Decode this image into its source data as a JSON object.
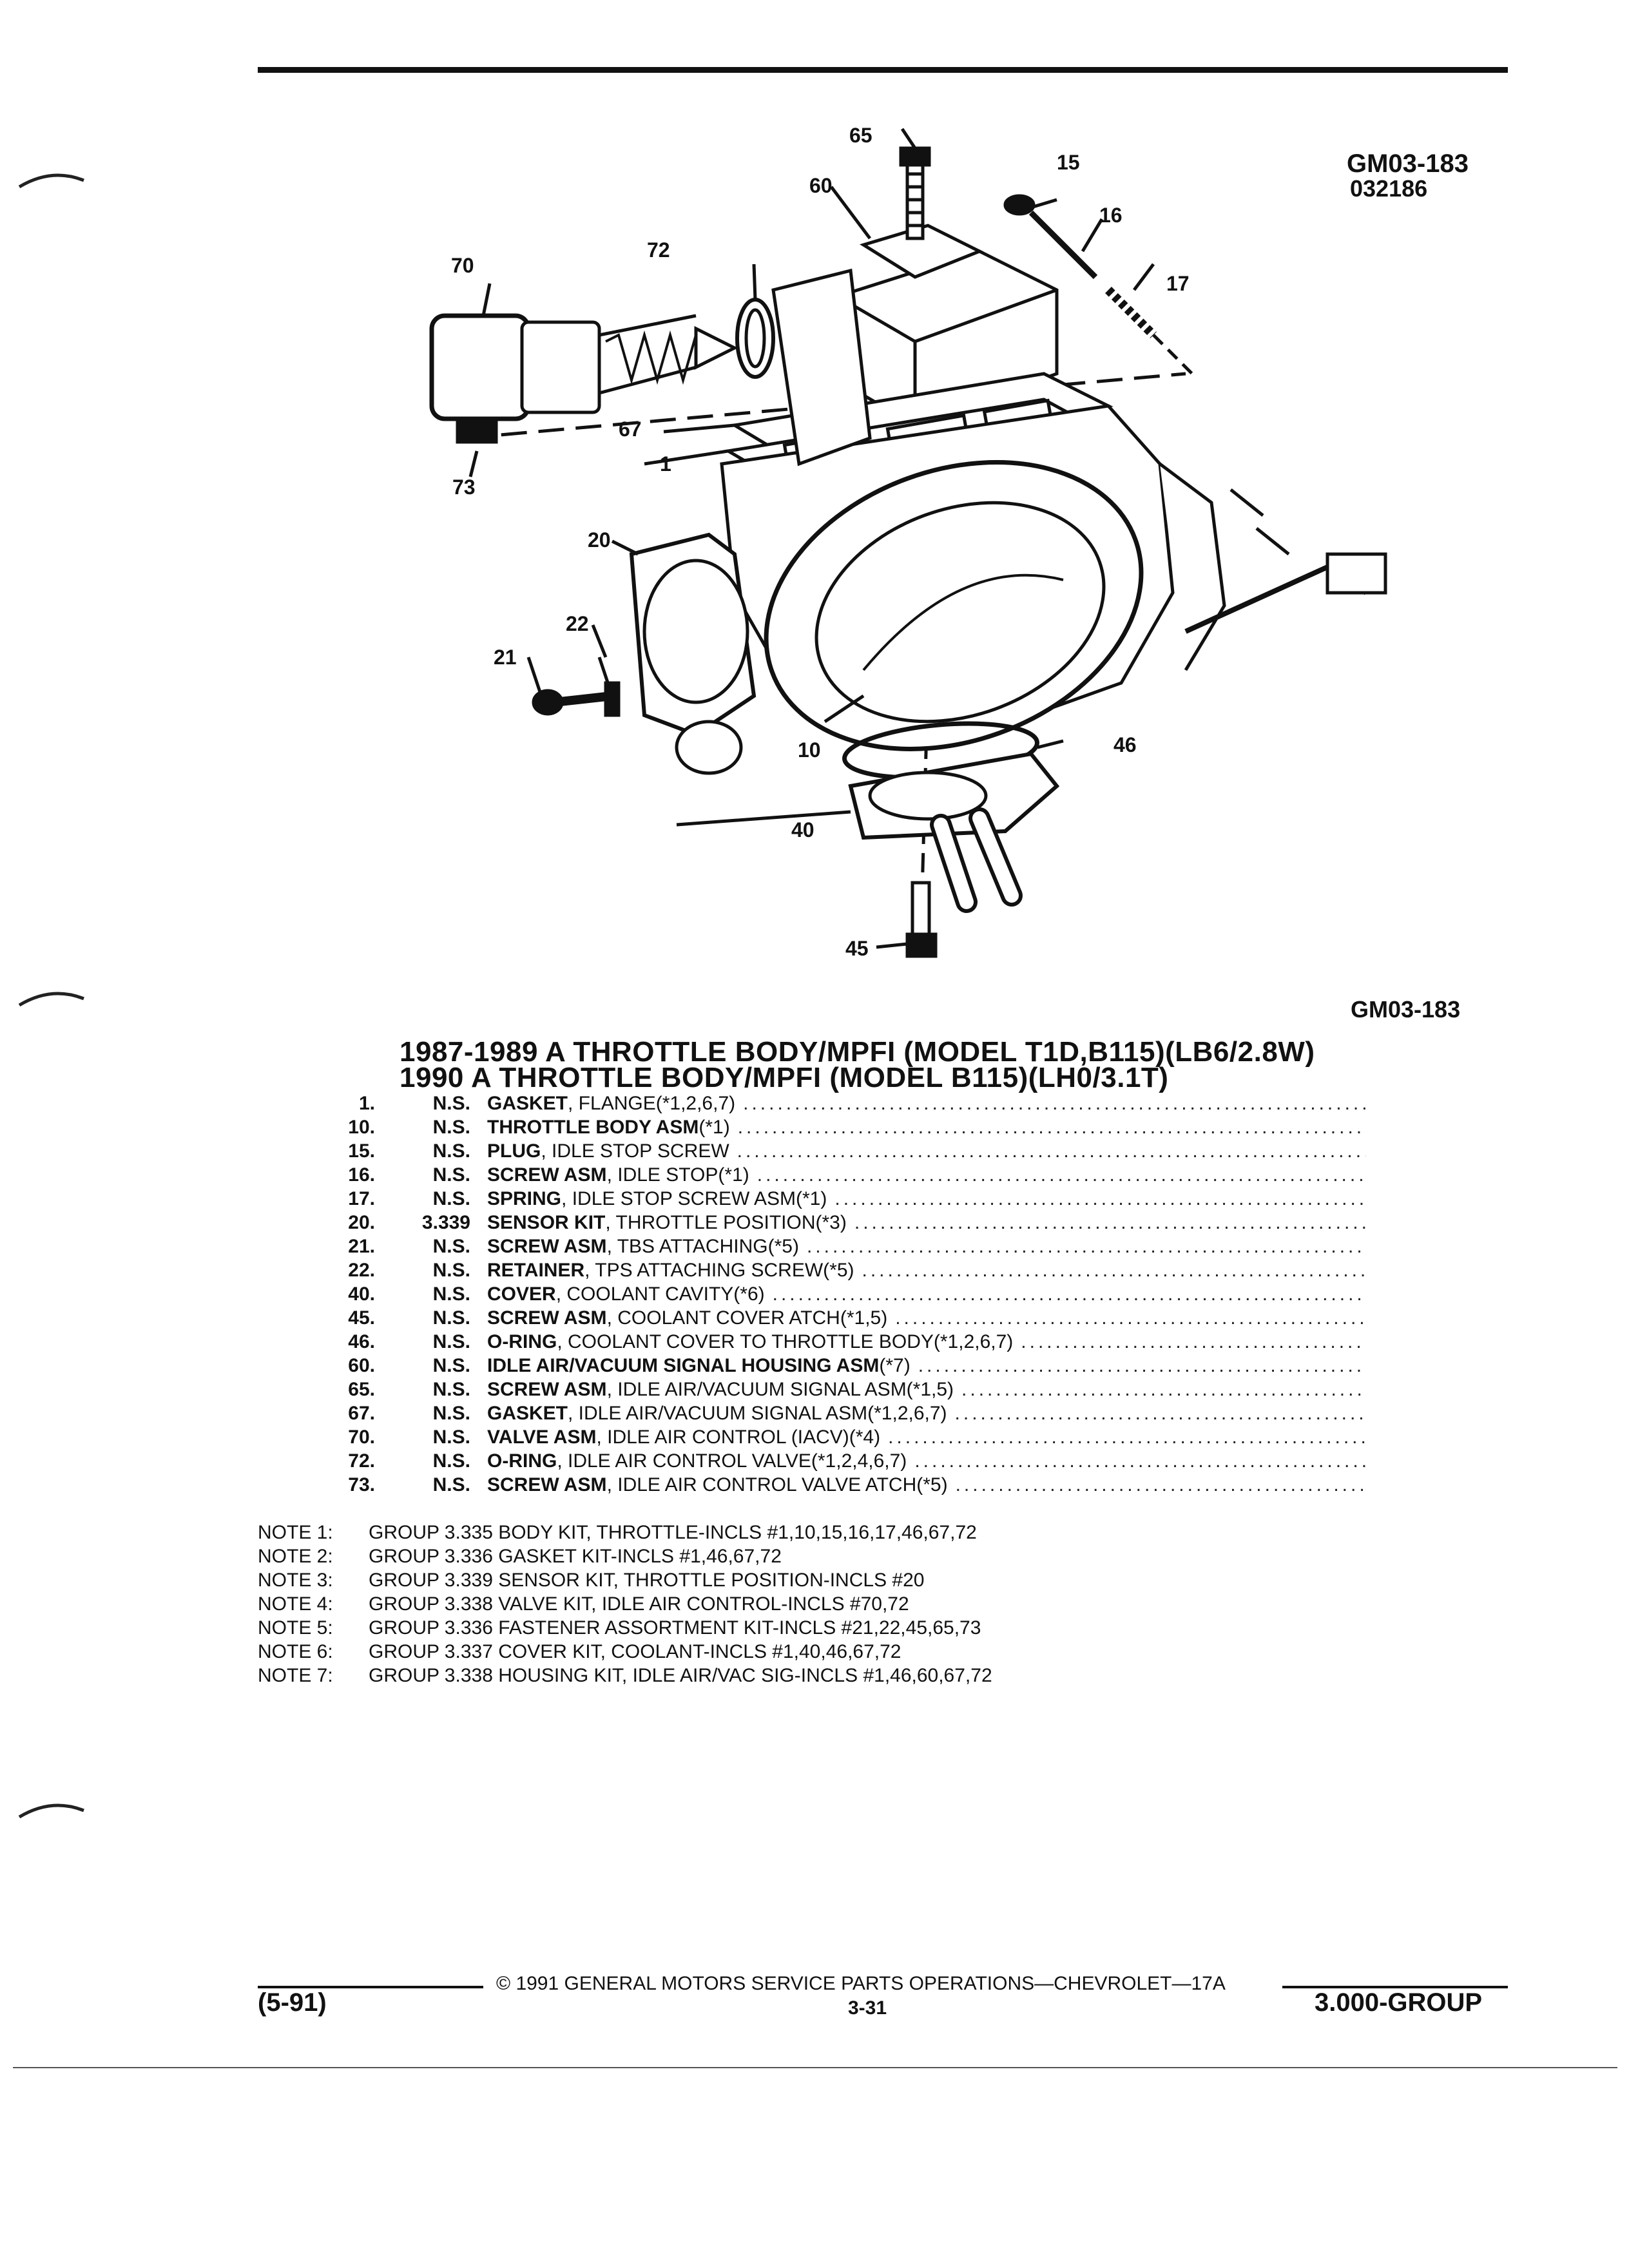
{
  "header": {
    "code": "GM03-183",
    "date_code": "032186"
  },
  "figure": {
    "code": "GM03-183",
    "callouts": [
      "65",
      "60",
      "15",
      "16",
      "17",
      "72",
      "70",
      "67",
      "1",
      "73",
      "20",
      "22",
      "21",
      "10",
      "46",
      "40",
      "45"
    ]
  },
  "title": {
    "line1": "1987-1989 A THROTTLE BODY/MPFI (MODEL T1D,B115)(LB6/2.8W)",
    "line2": "1990 A THROTTLE BODY/MPFI (MODEL B115)(LH0/3.1T)"
  },
  "parts": [
    {
      "num": "1.",
      "pn": "N.S.",
      "name": "GASKET",
      "desc": ", FLANGE(*1,2,6,7)"
    },
    {
      "num": "10.",
      "pn": "N.S.",
      "name": "THROTTLE BODY ASM",
      "desc": "(*1)"
    },
    {
      "num": "15.",
      "pn": "N.S.",
      "name": "PLUG",
      "desc": ", IDLE STOP SCREW"
    },
    {
      "num": "16.",
      "pn": "N.S.",
      "name": "SCREW ASM",
      "desc": ", IDLE STOP(*1)"
    },
    {
      "num": "17.",
      "pn": "N.S.",
      "name": "SPRING",
      "desc": ", IDLE STOP SCREW ASM(*1)"
    },
    {
      "num": "20.",
      "pn": "3.339",
      "name": "SENSOR KIT",
      "desc": ", THROTTLE POSITION(*3)"
    },
    {
      "num": "21.",
      "pn": "N.S.",
      "name": "SCREW ASM",
      "desc": ", TBS ATTACHING(*5)"
    },
    {
      "num": "22.",
      "pn": "N.S.",
      "name": "RETAINER",
      "desc": ", TPS ATTACHING SCREW(*5)"
    },
    {
      "num": "40.",
      "pn": "N.S.",
      "name": "COVER",
      "desc": ", COOLANT CAVITY(*6)"
    },
    {
      "num": "45.",
      "pn": "N.S.",
      "name": "SCREW ASM",
      "desc": ", COOLANT COVER ATCH(*1,5)"
    },
    {
      "num": "46.",
      "pn": "N.S.",
      "name": "O-RING",
      "desc": ", COOLANT COVER TO THROTTLE BODY(*1,2,6,7)"
    },
    {
      "num": "60.",
      "pn": "N.S.",
      "name": "IDLE AIR/VACUUM SIGNAL HOUSING ASM",
      "desc": "(*7)"
    },
    {
      "num": "65.",
      "pn": "N.S.",
      "name": "SCREW ASM",
      "desc": ", IDLE AIR/VACUUM SIGNAL ASM(*1,5)"
    },
    {
      "num": "67.",
      "pn": "N.S.",
      "name": "GASKET",
      "desc": ", IDLE AIR/VACUUM SIGNAL ASM(*1,2,6,7)"
    },
    {
      "num": "70.",
      "pn": "N.S.",
      "name": "VALVE ASM",
      "desc": ", IDLE AIR CONTROL (IACV)(*4)"
    },
    {
      "num": "72.",
      "pn": "N.S.",
      "name": "O-RING",
      "desc": ", IDLE AIR CONTROL VALVE(*1,2,4,6,7)"
    },
    {
      "num": "73.",
      "pn": "N.S.",
      "name": "SCREW ASM",
      "desc": ", IDLE AIR CONTROL VALVE ATCH(*5)"
    }
  ],
  "notes": [
    {
      "label": "NOTE 1:",
      "text": "GROUP 3.335 BODY KIT, THROTTLE-INCLS #1,10,15,16,17,46,67,72"
    },
    {
      "label": "NOTE 2:",
      "text": "GROUP 3.336 GASKET KIT-INCLS #1,46,67,72"
    },
    {
      "label": "NOTE 3:",
      "text": "GROUP 3.339 SENSOR KIT, THROTTLE POSITION-INCLS #20"
    },
    {
      "label": "NOTE 4:",
      "text": "GROUP 3.338 VALVE KIT, IDLE AIR CONTROL-INCLS #70,72"
    },
    {
      "label": "NOTE 5:",
      "text": "GROUP 3.336 FASTENER ASSORTMENT KIT-INCLS #21,22,45,65,73"
    },
    {
      "label": "NOTE 6:",
      "text": "GROUP 3.337 COVER KIT, COOLANT-INCLS #1,40,46,67,72"
    },
    {
      "label": "NOTE 7:",
      "text": "GROUP 3.338 HOUSING KIT, IDLE AIR/VAC SIG-INCLS #1,46,60,67,72"
    }
  ],
  "footer": {
    "copyright": "© 1991 GENERAL MOTORS SERVICE PARTS OPERATIONS—CHEVROLET—17A",
    "date": "(5-91)",
    "page": "3-31",
    "group": "3.000-GROUP"
  }
}
